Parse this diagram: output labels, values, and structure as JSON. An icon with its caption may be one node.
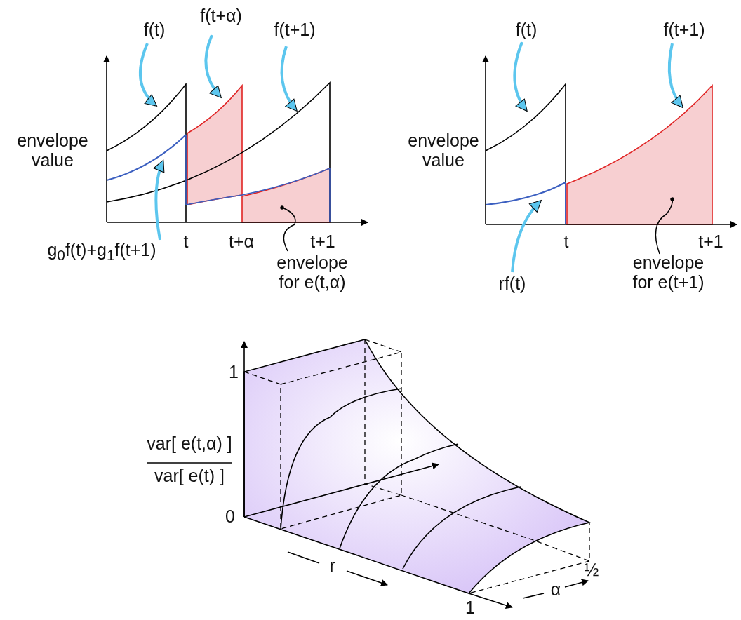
{
  "diagram": {
    "nodes": [
      {
        "text": [
          "f(t)"
        ]
      },
      {
        "text": [
          "f(t+α)"
        ]
      },
      {
        "text": [
          "f(t+1)"
        ]
      },
      {
        "text": [
          "g$_{0}$f(t)+g$_{1}$f(t+1)"
        ]
      },
      {
        "text": [
          "envelope for e(t,α)"
        ]
      },
      {
        "text": [
          "f(t)"
        ]
      },
      {
        "text": [
          "f(t+1)"
        ]
      },
      {
        "text": [
          "rf(t)"
        ]
      },
      {
        "text": [
          "envelope for e(t+1)"
        ]
      }
    ],
    "edges": [
      {
        "from": 0,
        "to": null,
        "arrow": "to"
      },
      {
        "from": 1,
        "to": null,
        "arrow": "to"
      },
      {
        "from": 2,
        "to": null,
        "arrow": "to"
      },
      {
        "from": 3,
        "to": null,
        "arrow": "to"
      },
      {
        "from": 4,
        "to": null,
        "arrow": "other",
        "color": "#000000"
      },
      {
        "from": 5,
        "to": null,
        "arrow": "to"
      },
      {
        "from": 6,
        "to": null,
        "arrow": "to"
      },
      {
        "from": 7,
        "to": null,
        "arrow": "to"
      },
      {
        "from": 8,
        "to": null,
        "arrow": "other",
        "color": "#000000"
      }
    ],
    "labels": [
      "envelope value",
      "t",
      "t+α",
      "t+1",
      "envelope value",
      "t",
      "t+1",
      "1",
      "var[ e(t,α) ]",
      "var[ e(t) ]",
      "0",
      "r",
      "½",
      "α",
      "1"
    ]
  }
}
